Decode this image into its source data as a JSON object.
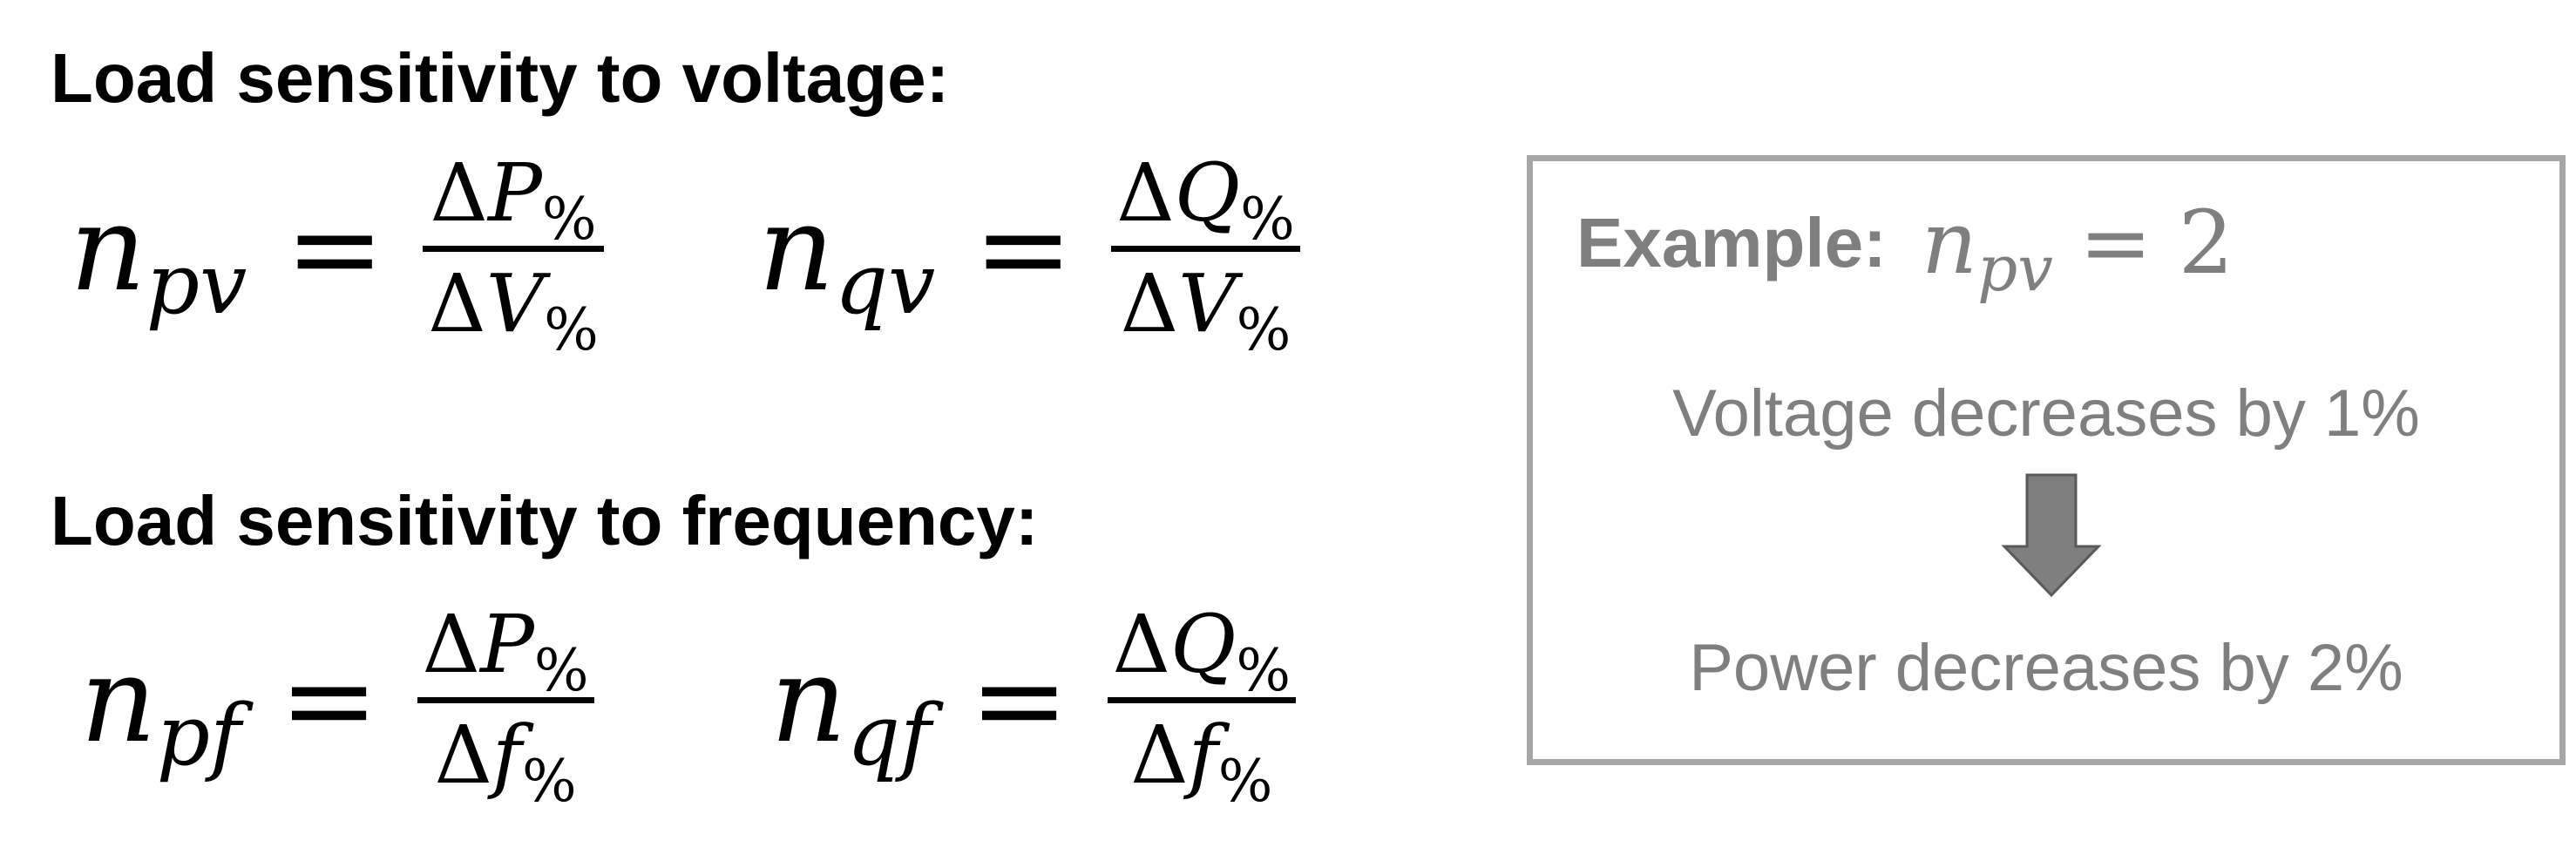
{
  "headings": {
    "voltage": "Load sensitivity to voltage:",
    "frequency": "Load sensitivity to frequency:"
  },
  "equations": {
    "pv": {
      "base": "n",
      "sub": "pv",
      "sign": "=",
      "num_delta": "Δ",
      "num_var": "P",
      "den_delta": "Δ",
      "den_var": "V",
      "pct": "%"
    },
    "qv": {
      "base": "n",
      "sub": "qv",
      "sign": "=",
      "num_delta": "Δ",
      "num_var": "Q",
      "den_delta": "Δ",
      "den_var": "V",
      "pct": "%"
    },
    "pf": {
      "base": "n",
      "sub": "pf",
      "sign": "=",
      "num_delta": "Δ",
      "num_var": "P",
      "den_delta": "Δ",
      "den_var": "f",
      "pct": "%"
    },
    "qf": {
      "base": "n",
      "sub": "qf",
      "sign": "=",
      "num_delta": "Δ",
      "num_var": "Q",
      "den_delta": "Δ",
      "den_var": "f",
      "pct": "%"
    }
  },
  "example": {
    "label": "Example:",
    "math": {
      "base": "n",
      "sub": "pv",
      "sign": "=",
      "value": "2"
    },
    "line1": "Voltage decreases by 1%",
    "arrow_icon": "down-arrow-icon",
    "line2": "Power decreases by 2%",
    "colors": {
      "text": "#7f7f7f",
      "border": "#a6a6a6",
      "arrow_fill": "#7f7f7f",
      "arrow_stroke": "#595959"
    }
  }
}
